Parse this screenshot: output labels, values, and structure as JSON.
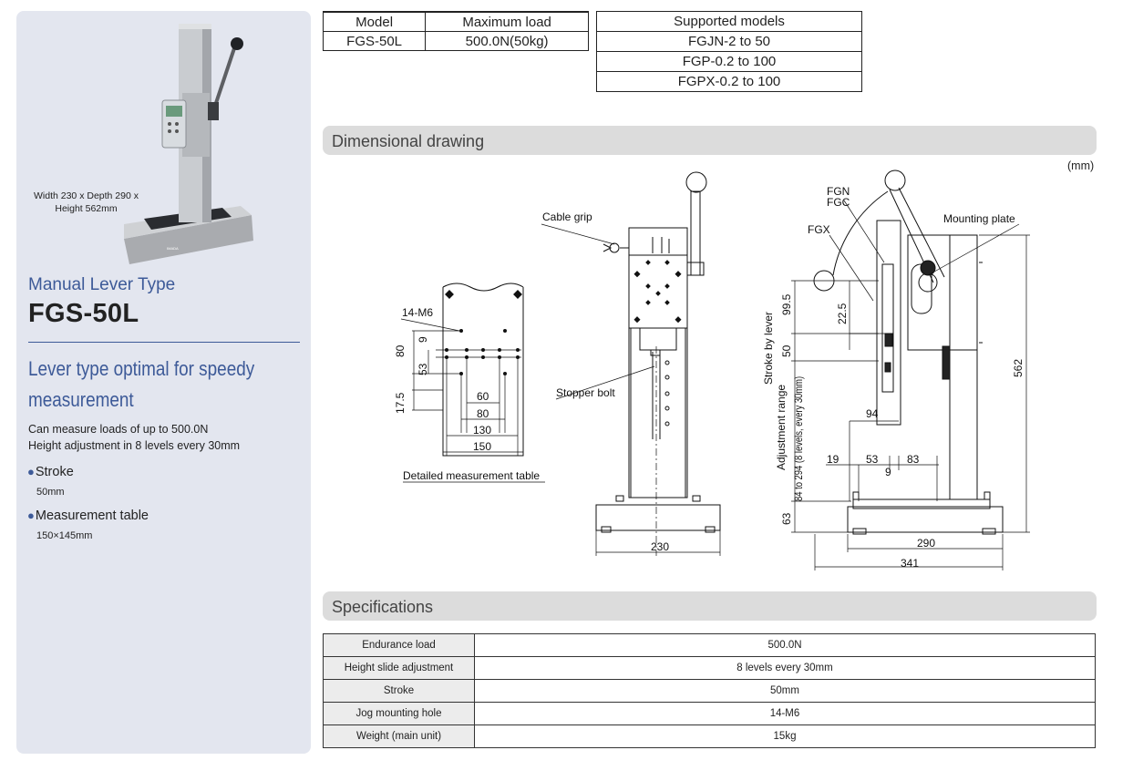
{
  "sidebar": {
    "dimensions_caption": "Width 230 x Depth 290 x Height 562mm",
    "type_label": "Manual Lever Type",
    "model_name": "FGS-50L",
    "tagline": "Lever type optimal for speedy measurement",
    "description_lines": [
      "Can measure loads of up to 500.0N",
      "Height adjustment in 8 levels every 30mm"
    ],
    "features": [
      {
        "label": "Stroke",
        "value": "50mm"
      },
      {
        "label": "Measurement table",
        "value": "150×145mm"
      }
    ]
  },
  "model_table": {
    "headers": [
      "Model",
      "Maximum load"
    ],
    "rows": [
      [
        "FGS-50L",
        "500.0N(50kg)"
      ]
    ]
  },
  "supported_table": {
    "header": "Supported models",
    "rows": [
      "FGJN-2 to 50",
      "FGP-0.2 to 100",
      "FGPX-0.2 to 100"
    ]
  },
  "drawing_section": {
    "title": "Dimensional drawing",
    "unit": "(mm)",
    "labels": {
      "hole": "14-M6",
      "table_caption": "Detailed measurement table",
      "cable_grip": "Cable grip",
      "stopper_bolt": "Stopper bolt",
      "fgn": "FGN",
      "fgc": "FGC",
      "fgx": "FGX",
      "mounting_plate": "Mounting plate",
      "stroke_by_lever": "Stroke by lever",
      "adjustment_range": "Adjustment range",
      "adjustment_range_detail": "84 to 294 (8 levels, every 30mm)"
    },
    "dims": {
      "d80": "80",
      "d9a": "9",
      "d53a": "53",
      "d17_5": "17.5",
      "d60": "60",
      "d80b": "80",
      "d130": "130",
      "d150": "150",
      "d230": "230",
      "d99_5": "99.5",
      "d22_5": "22.5",
      "d50": "50",
      "d94": "94",
      "d19": "19",
      "d53b": "53",
      "d83": "83",
      "d9b": "9",
      "d63": "63",
      "d290": "290",
      "d341": "341",
      "d562": "562"
    }
  },
  "specs_section": {
    "title": "Specifications",
    "rows": [
      {
        "label": "Endurance load",
        "value": "500.0N"
      },
      {
        "label": "Height slide adjustment",
        "value": "8 levels every 30mm"
      },
      {
        "label": "Stroke",
        "value": "50mm"
      },
      {
        "label": "Jog mounting hole",
        "value": "14-M6"
      },
      {
        "label": "Weight (main unit)",
        "value": "15kg"
      }
    ]
  }
}
